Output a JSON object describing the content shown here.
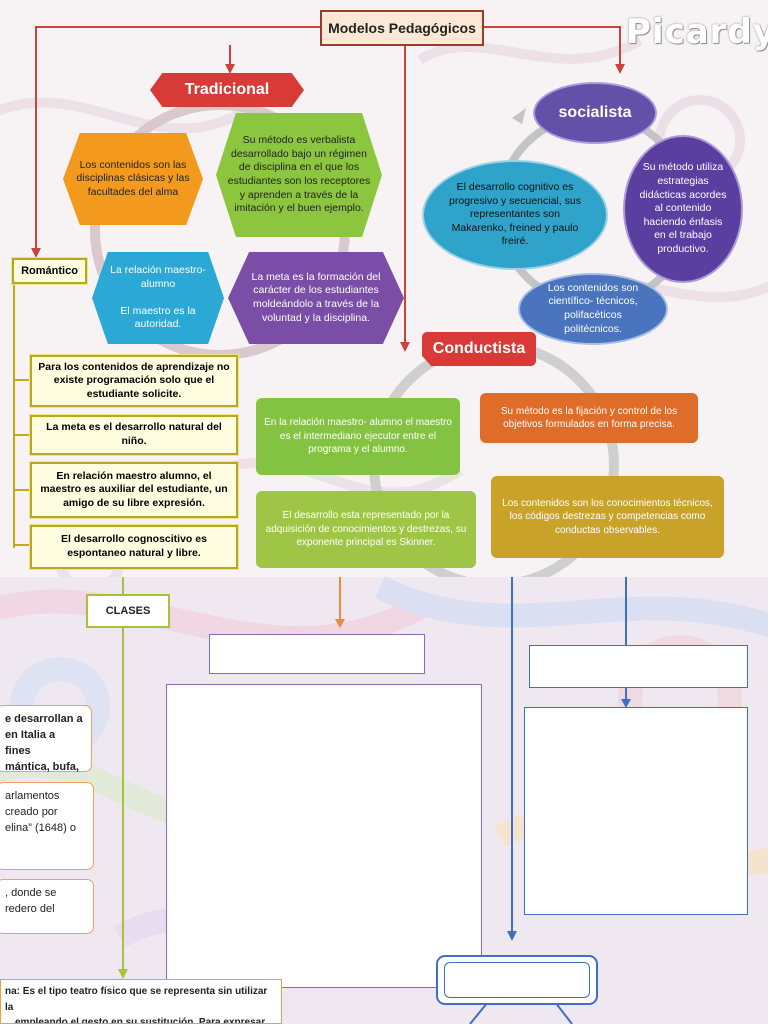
{
  "watermark": "Picardy",
  "title": "Modelos Pedagógicos",
  "tradicional": {
    "label": "Tradicional",
    "contenidos": "Los contenidos son las disciplinas clásicas y las facultades del alma",
    "metodo": "Su método es verbalista desarrollado bajo un régimen de disciplina en el que los estudiantes son los receptores y aprenden a través de la imitación y el buen ejemplo.",
    "relacion": "La relación maestro-alumno\n\nEl maestro es la autoridad.",
    "meta": "La meta es la formación del carácter de los estudiantes moldeándolo a través de la voluntad y la disciplina."
  },
  "romantico": {
    "label": "Romántico",
    "items": [
      "Para los contenidos de aprendizaje no existe programación solo que el estudiante solicite.",
      "La meta es el desarrollo natural del niño.",
      "En relación maestro alumno, el maestro es auxiliar del estudiante, un amigo de su libre expresión.",
      "El desarrollo cognoscitivo es espontaneo natural y libre."
    ]
  },
  "socialista": {
    "label": "socialista",
    "desarrollo": "El desarrollo cognitivo es progresivo y secuencial, sus representantes son Makarenko, freined y paulo freiré.",
    "metodo": "Su método utiliza estrategias didácticas acordes al contenido haciendo énfasis en el trabajo productivo.",
    "contenidos": "Los contenidos son científico- técnicos, polifacéticos politécnicos."
  },
  "conductista": {
    "label": "Conductista",
    "metodo": "Su método es la fijación y control de los objetivos formulados en forma precisa.",
    "relacion": "En la relación maestro- alumno el maestro es el intermediario ejecutor entre el programa y el alumno.",
    "desarrollo": "El desarrollo esta representado por la adquisición de conocimientos y destrezas, su exponente principal es Skinner.",
    "contenidos": "Los contenidos son los conocimientos técnicos, los códigos destrezas y competencias como conductas observables."
  },
  "bottom": {
    "clases_label": "CLASES",
    "box1": "e desarrollan a\nen Italia a fines\nmántica, bufa,",
    "box2": "arlamentos\ncreado por\nelina” (1648) o",
    "box3": ", donde se\nredero del",
    "footer_line1": "na: Es el tipo teatro físico que se representa sin utilizar la",
    "footer_line2": "empleando el gesto en su sustitución. Para expresar las"
  }
}
